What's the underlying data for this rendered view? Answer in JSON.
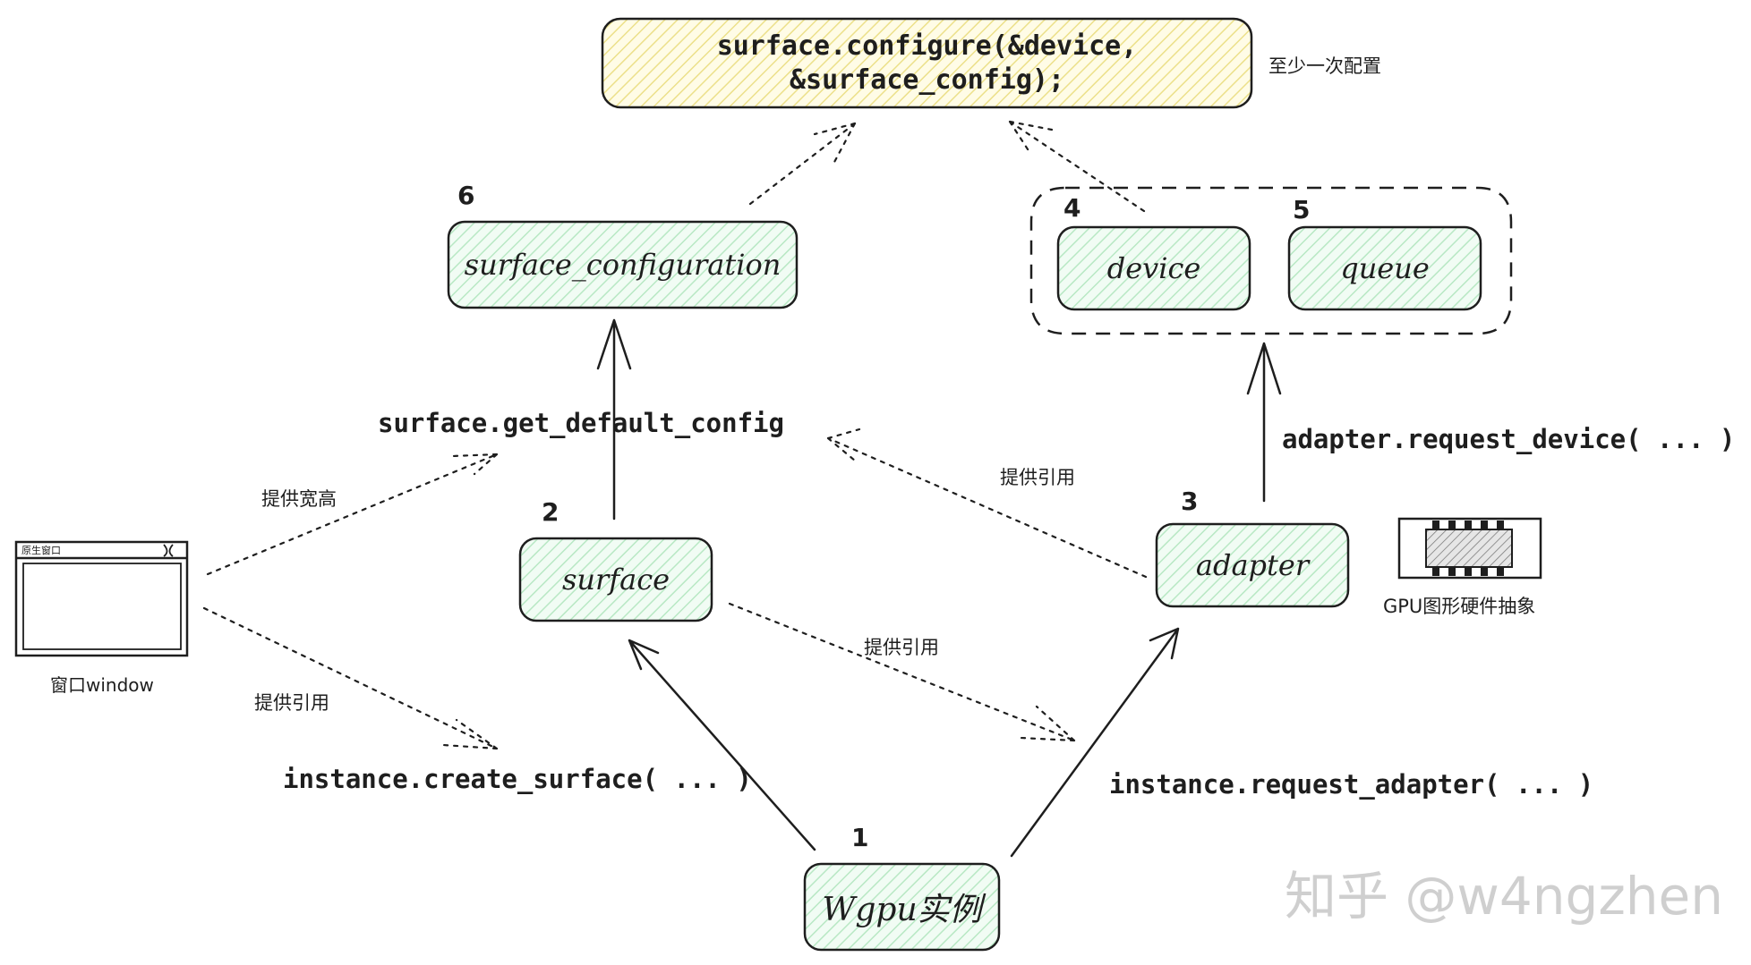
{
  "nodes": {
    "configure": {
      "line1": "surface.configure(&device,",
      "line2": "&surface_config);",
      "note": "至少一次配置"
    },
    "surface_configuration": {
      "label": "surface_configuration",
      "number": "6"
    },
    "device": {
      "label": "device",
      "number": "4"
    },
    "queue": {
      "label": "queue",
      "number": "5"
    },
    "surface": {
      "label": "surface",
      "number": "2"
    },
    "adapter": {
      "label": "adapter",
      "number": "3"
    },
    "wgpu": {
      "label": "Wgpu实例",
      "number": "1"
    }
  },
  "calls": {
    "get_default_config": "surface.get_default_config",
    "request_device": "adapter.request_device( ... )",
    "create_surface": "instance.create_surface( ... )",
    "request_adapter": "instance.request_adapter( ... )"
  },
  "annotations": {
    "provide_size": "提供宽高",
    "provide_ref_window": "提供引用",
    "provide_ref_adapter": "提供引用",
    "provide_ref_surface": "提供引用",
    "gpu_abstraction": "GPU图形硬件抽象"
  },
  "window_icon": {
    "title": "原生窗口",
    "caption": "窗口window"
  },
  "watermark": "知乎 @w4ngzhen",
  "colors": {
    "yellow_fill": "#fff9c4",
    "green_fill": "#d3f5dc",
    "stroke": "#1e1e1e",
    "watermark": "#cfcfcf"
  }
}
